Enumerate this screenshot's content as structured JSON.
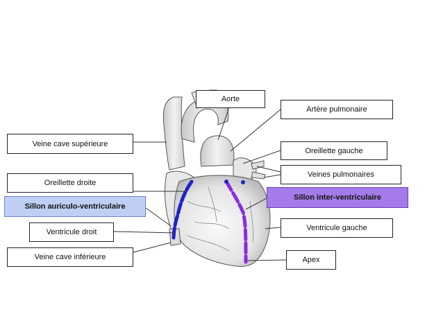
{
  "labels": {
    "aorte": "Aorte",
    "artere_pulmonaire": "Artère pulmonaire",
    "veine_cave_superieure": "Veine cave supérieure",
    "oreillette_gauche": "Oreillette gauche",
    "veines_pulmonaires": "Veines pulmonaires",
    "oreillette_droite": "Oreillette droite",
    "sillon_inter_ventriculaire": "Sillon inter-ventriculaire",
    "sillon_auriculo_ventriculaire": "Sillon auriculo-ventriculaire",
    "ventricule_gauche": "Ventricule gauche",
    "ventricule_droit": "Ventricule droit",
    "apex": "Apex",
    "veine_cave_inferieure": "Veine cave inférieure"
  },
  "colors": {
    "highlight_blue": "#bfcff3",
    "highlight_purple": "#a57be9",
    "groove_blue": "#1f22c9",
    "groove_purple": "#8a2be2"
  }
}
